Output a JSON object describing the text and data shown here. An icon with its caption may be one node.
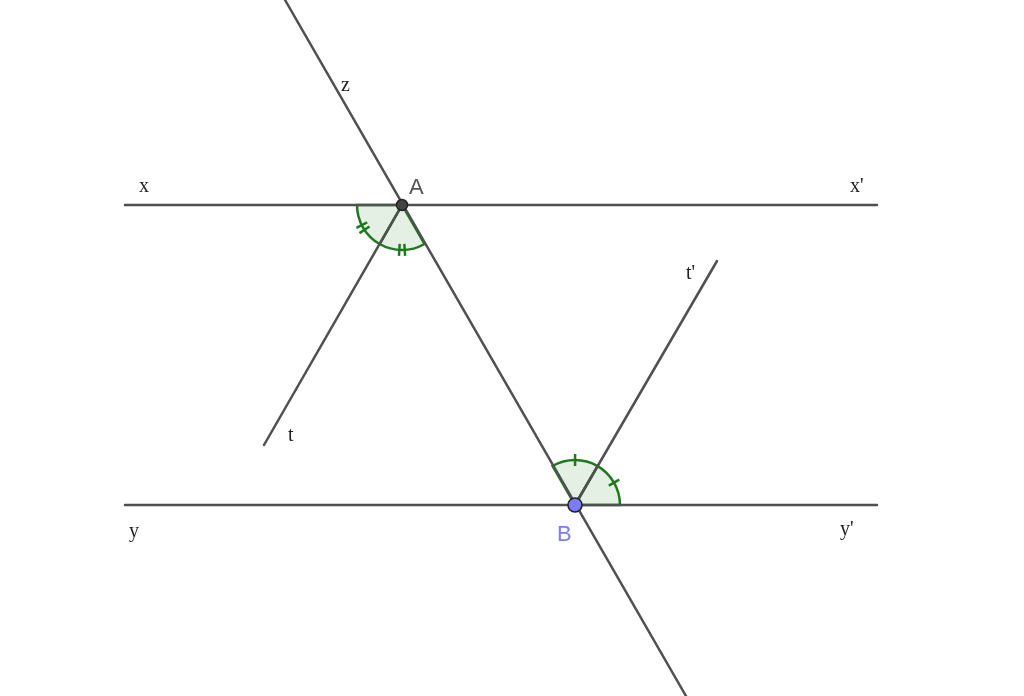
{
  "diagram": {
    "labels": [
      "z",
      "x",
      "A",
      "x'",
      "t'",
      "t",
      "y",
      "B",
      "y'"
    ]
  }
}
